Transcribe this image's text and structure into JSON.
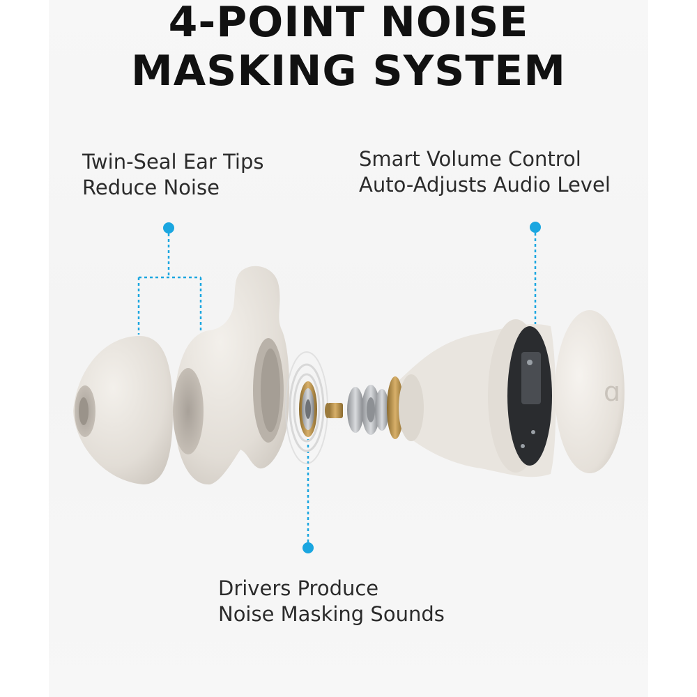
{
  "title": {
    "line1": "4-POINT NOISE",
    "line2": "MASKING SYSTEM"
  },
  "callouts": {
    "ear_tips": {
      "line1": "Twin-Seal Ear Tips",
      "line2": "Reduce Noise"
    },
    "volume": {
      "line1": "Smart Volume Control",
      "line2": "Auto-Adjusts Audio Level"
    },
    "drivers": {
      "line1": "Drivers Produce",
      "line2": "Noise Masking Sounds"
    }
  },
  "colors": {
    "accent": "#1aa6e0",
    "text": "#2b2b2b",
    "title": "#111111",
    "product": "#ece8e2"
  }
}
